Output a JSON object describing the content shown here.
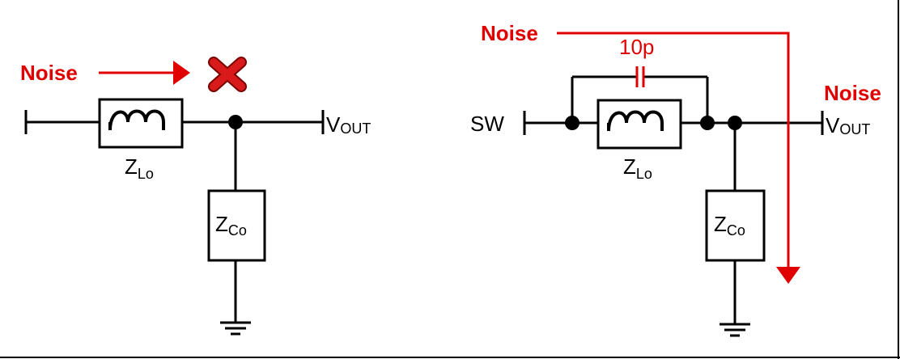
{
  "colors": {
    "wire": "#000000",
    "noise": "#e00000",
    "block_x": "#c00000",
    "background": "#ffffff"
  },
  "left_circuit": {
    "noise_label": "Noise",
    "inductor": {
      "main": "Z",
      "sub": "Lo"
    },
    "capacitor": {
      "main": "Z",
      "sub": "Co"
    },
    "output": {
      "main": "V",
      "sub": "OUT"
    },
    "blocked_icon": "x-mark-icon"
  },
  "right_circuit": {
    "noise_label_top": "Noise",
    "noise_label_right": "Noise",
    "input_label": "SW",
    "parasitic_cap_label": "10p",
    "inductor": {
      "main": "Z",
      "sub": "Lo"
    },
    "capacitor": {
      "main": "Z",
      "sub": "Co"
    },
    "output": {
      "main": "V",
      "sub": "OUT"
    }
  }
}
